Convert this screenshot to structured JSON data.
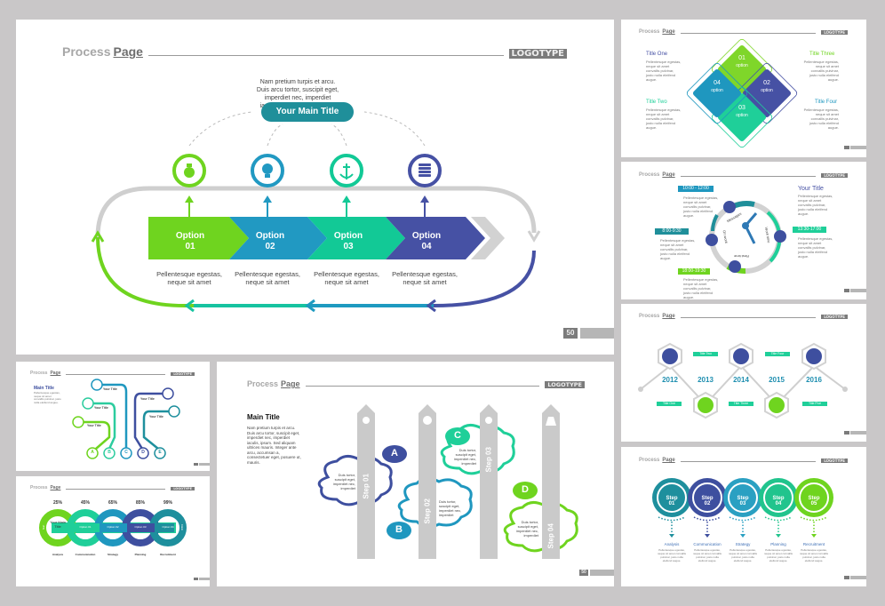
{
  "common": {
    "header_word1": "Process",
    "header_word2": "Page",
    "logo": "LOGOTYPE",
    "lorem_small": "Pellentesque egestas, neque sit amet convallis pulvinar, justo nulla eleifend augue."
  },
  "main_slide": {
    "intro_text": "Nam pretium turpis et arcu. Duis arcu tortor, suscipit eget, imperdiet nec, imperdiet iaculis, ipsum. Sed aliquam",
    "main_title": "Your Main Title",
    "page_number": "50",
    "options": [
      {
        "label": "Option",
        "num": "01",
        "icon": "money-bag-icon",
        "desc": "Pellentesque egestas, neque sit amet",
        "color": "#6fd41f"
      },
      {
        "label": "Option",
        "num": "02",
        "icon": "lightbulb-icon",
        "desc": "Pellentesque egestas, neque sit amet",
        "color": "#2199c2"
      },
      {
        "label": "Option",
        "num": "03",
        "icon": "anchor-icon",
        "desc": "Pellentesque egestas, neque sit amet",
        "color": "#12c996"
      },
      {
        "label": "Option",
        "num": "04",
        "icon": "database-icon",
        "desc": "Pellentesque egestas, neque sit amet",
        "color": "#4651a4"
      }
    ]
  },
  "diamond_slide": {
    "titles": [
      "Title One",
      "Title Two",
      "Title Three",
      "Title Four"
    ],
    "diamonds": [
      {
        "num": "01",
        "label": "option",
        "icon": "compass-icon",
        "color": "#7fd62a"
      },
      {
        "num": "02",
        "label": "option",
        "icon": "money-bag-icon",
        "color": "#4651a4"
      },
      {
        "num": "03",
        "label": "option",
        "icon": "calendar-icon",
        "color": "#1fcf99"
      },
      {
        "num": "04",
        "label": "option",
        "icon": "lightbulb-icon",
        "color": "#1f97bf"
      }
    ]
  },
  "clock_slide": {
    "your_title": "Your Title",
    "times": [
      "10:00 - 12:00",
      "8:00-9:30",
      "18:00-19:30",
      "13:30-17:00"
    ],
    "arc_labels": [
      "Messages",
      "On work",
      "Rest time",
      "Work time"
    ]
  },
  "timeline_slide": {
    "years": [
      "2012",
      "2013",
      "2014",
      "2015",
      "2016"
    ],
    "tags": [
      "Title One",
      "Title Two",
      "Title Three",
      "Title Four",
      "Title Five"
    ]
  },
  "steps_slide": {
    "steps": [
      {
        "label": "Step",
        "num": "01",
        "name": "Analysis",
        "color": "#1e8f9d"
      },
      {
        "label": "Step",
        "num": "02",
        "name": "Communication",
        "color": "#3e4f9f"
      },
      {
        "label": "Step",
        "num": "03",
        "name": "Strategy",
        "color": "#2aa0c2"
      },
      {
        "label": "Step",
        "num": "04",
        "name": "Planning",
        "color": "#21c48d"
      },
      {
        "label": "Step",
        "num": "05",
        "name": "Recruitment",
        "color": "#6fd41f"
      }
    ]
  },
  "tree_slide": {
    "main_title": "Main Title",
    "item_title": "Your Title",
    "letters": [
      "A",
      "B",
      "C",
      "D",
      "E"
    ]
  },
  "percent_slide": {
    "percents": [
      "25%",
      "45%",
      "65%",
      "85%",
      "99%"
    ],
    "center_title": "Your Main Title",
    "options": [
      "Option 01",
      "Option 02",
      "Option 03",
      "Option 04"
    ],
    "start_label": "Start",
    "finish_label": "Finish",
    "names": [
      "Analysis",
      "Communication",
      "Strategy",
      "Planning",
      "Recruitment"
    ]
  },
  "cloud_slide": {
    "main_title": "Main Title",
    "body": "Nam pretium turpis et arcu. Duis arcu tortor, suscipit eget, imperdiet nec, imperdiet iaculis, ipsum. Sed aliquam ultrices mauris. Integer ante arcu, accumsan a, consectetuer eget, posuere ut, mauris.",
    "cloud_text": "Duis tortor, suscipit eget, imperdiet nec, imperdiet",
    "steps": [
      "Step 01",
      "Step 02",
      "Step 03",
      "Step 04"
    ],
    "letters": [
      "A",
      "B",
      "C",
      "D"
    ],
    "page_number": "50"
  }
}
